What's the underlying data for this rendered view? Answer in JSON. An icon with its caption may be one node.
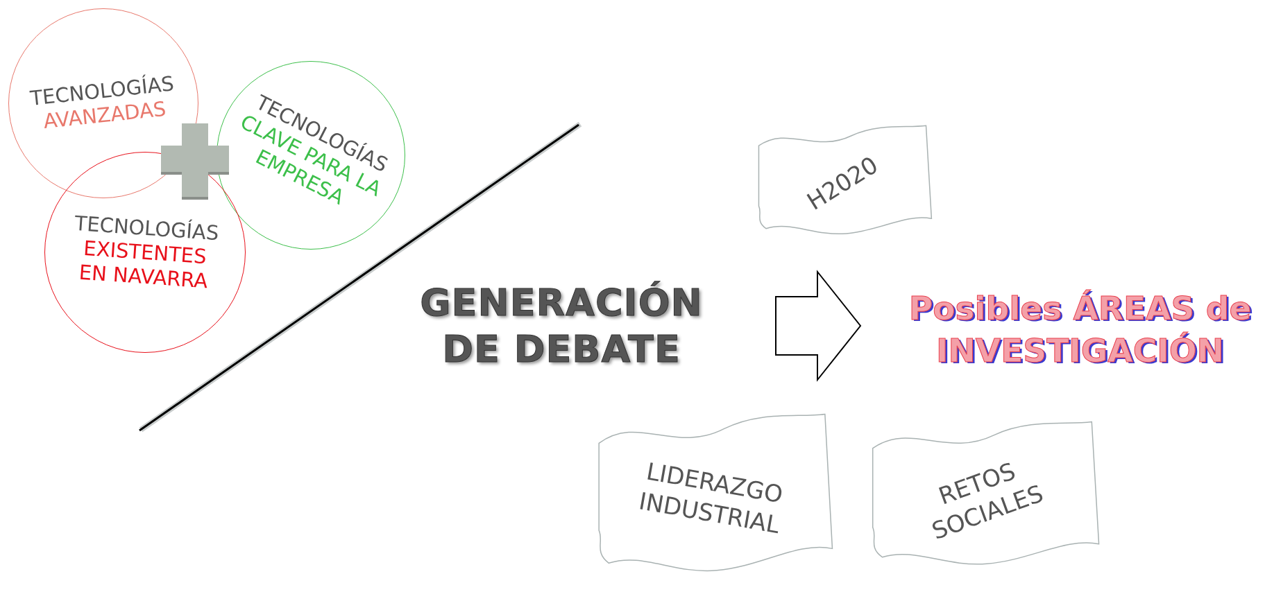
{
  "diagram": {
    "nodes": [
      {
        "text": [
          "TECNOLOGÍAS",
          "AVANZADAS"
        ]
      },
      {
        "text": [
          "TECNOLOGÍAS",
          "CLAVE PARA LA EMPRESA"
        ]
      },
      {
        "text": [
          "TECNOLOGÍAS",
          "EXISTENTES EN NAVARRA"
        ]
      },
      {
        "text": [
          "GENERACIÓN DE DEBATE"
        ]
      },
      {
        "text": [
          "Posibles ÁREAS de INVESTIGACIÓN"
        ]
      },
      {
        "text": [
          "H2020"
        ]
      },
      {
        "text": [
          "LIDERAZGO INDUSTRIAL"
        ]
      },
      {
        "text": [
          "RETOS SOCIALES"
        ]
      }
    ],
    "edges": [
      {
        "from": 3,
        "to": 4,
        "arrow": "to"
      }
    ]
  }
}
